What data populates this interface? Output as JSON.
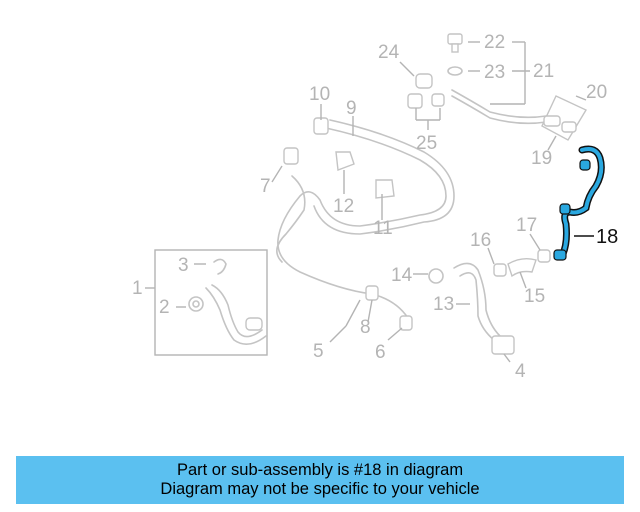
{
  "diagram": {
    "highlight_color": "#2aa8e0",
    "highlighted_part": "18",
    "callouts": [
      "1",
      "2",
      "3",
      "4",
      "5",
      "6",
      "7",
      "8",
      "9",
      "10",
      "11",
      "12",
      "13",
      "14",
      "15",
      "16",
      "17",
      "18",
      "19",
      "20",
      "21",
      "22",
      "23",
      "24",
      "25"
    ]
  },
  "banner": {
    "line1": "Part or sub-assembly is #18 in diagram",
    "line2": "Diagram may not be specific to your vehicle",
    "background": "#5bc0f0"
  }
}
